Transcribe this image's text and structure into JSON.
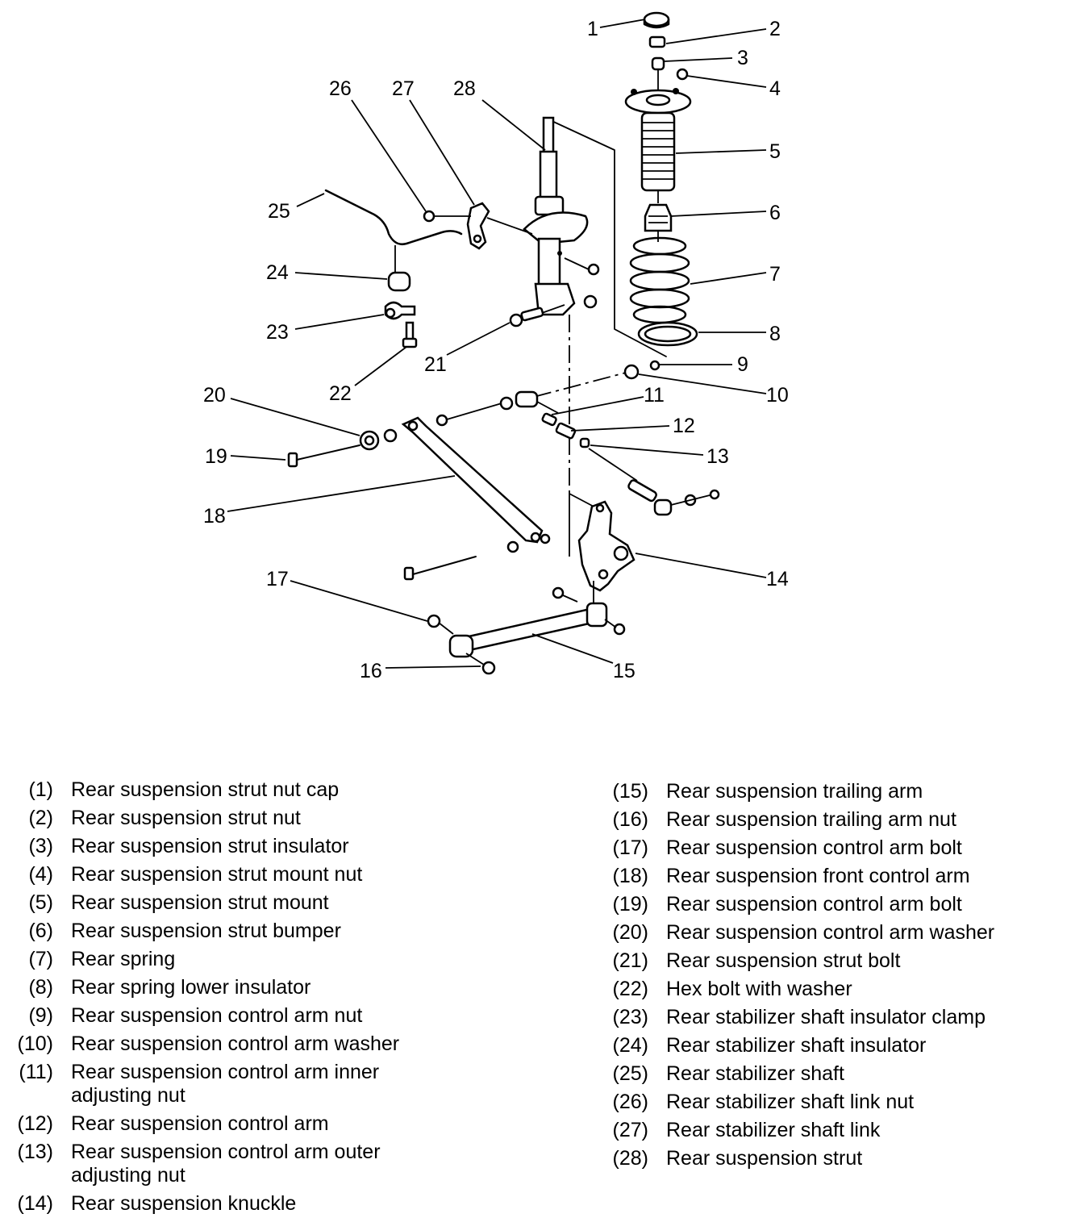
{
  "callouts": [
    "1",
    "2",
    "3",
    "4",
    "5",
    "6",
    "7",
    "8",
    "9",
    "10",
    "11",
    "12",
    "13",
    "14",
    "15",
    "16",
    "17",
    "18",
    "19",
    "20",
    "21",
    "22",
    "23",
    "24",
    "25",
    "26",
    "27",
    "28"
  ],
  "legend": [
    {
      "num": "(1)",
      "text": "Rear suspension strut nut cap"
    },
    {
      "num": "(2)",
      "text": "Rear suspension strut nut"
    },
    {
      "num": "(3)",
      "text": "Rear suspension strut insulator"
    },
    {
      "num": "(4)",
      "text": "Rear suspension strut mount nut"
    },
    {
      "num": "(5)",
      "text": "Rear suspension strut mount"
    },
    {
      "num": "(6)",
      "text": "Rear suspension strut bumper"
    },
    {
      "num": "(7)",
      "text": "Rear spring"
    },
    {
      "num": "(8)",
      "text": "Rear spring lower insulator"
    },
    {
      "num": "(9)",
      "text": "Rear suspension control arm nut"
    },
    {
      "num": "(10)",
      "text": "Rear suspension control arm washer"
    },
    {
      "num": "(11)",
      "text": "Rear suspension control arm inner adjusting nut"
    },
    {
      "num": "(12)",
      "text": "Rear suspension control arm"
    },
    {
      "num": "(13)",
      "text": "Rear suspension control arm outer adjusting nut"
    },
    {
      "num": "(14)",
      "text": "Rear suspension knuckle"
    },
    {
      "num": "(15)",
      "text": "Rear suspension trailing arm"
    },
    {
      "num": "(16)",
      "text": "Rear suspension trailing arm nut"
    },
    {
      "num": "(17)",
      "text": "Rear suspension control arm bolt"
    },
    {
      "num": "(18)",
      "text": "Rear suspension front control arm"
    },
    {
      "num": "(19)",
      "text": "Rear suspension control arm bolt"
    },
    {
      "num": "(20)",
      "text": "Rear suspension control arm washer"
    },
    {
      "num": "(21)",
      "text": "Rear suspension strut bolt"
    },
    {
      "num": "(22)",
      "text": "Hex bolt with washer"
    },
    {
      "num": "(23)",
      "text": "Rear stabilizer shaft insulator clamp"
    },
    {
      "num": "(24)",
      "text": "Rear stabilizer shaft insulator"
    },
    {
      "num": "(25)",
      "text": "Rear stabilizer shaft"
    },
    {
      "num": "(26)",
      "text": "Rear stabilizer shaft link nut"
    },
    {
      "num": "(27)",
      "text": "Rear stabilizer shaft link"
    },
    {
      "num": "(28)",
      "text": "Rear suspension strut"
    }
  ]
}
